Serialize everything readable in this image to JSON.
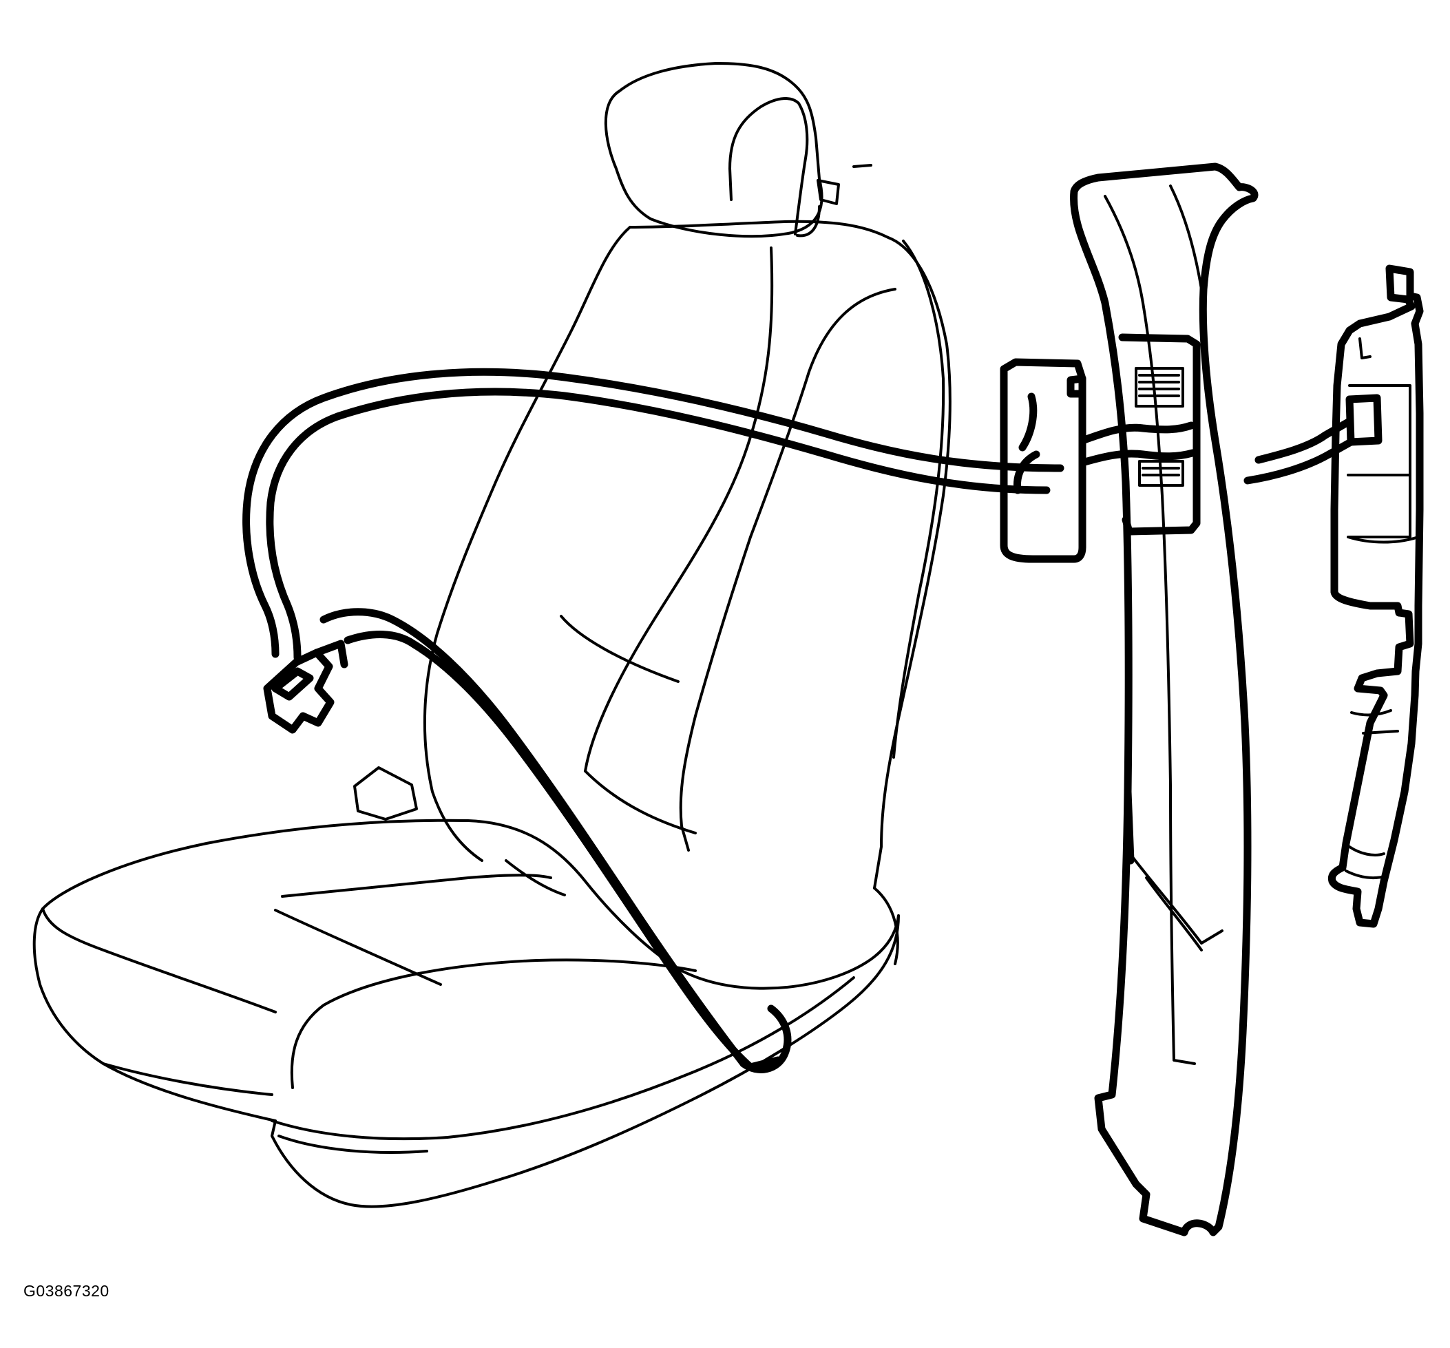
{
  "figure": {
    "id": "G03867320"
  },
  "parts": {
    "seat": "seat",
    "headrest": "headrest",
    "seat_belt": "seat-belt",
    "belt_guide": "belt-guide",
    "pillar_trim": "pillar-trim",
    "retractor": "retractor",
    "latch_plate": "latch-plate"
  }
}
